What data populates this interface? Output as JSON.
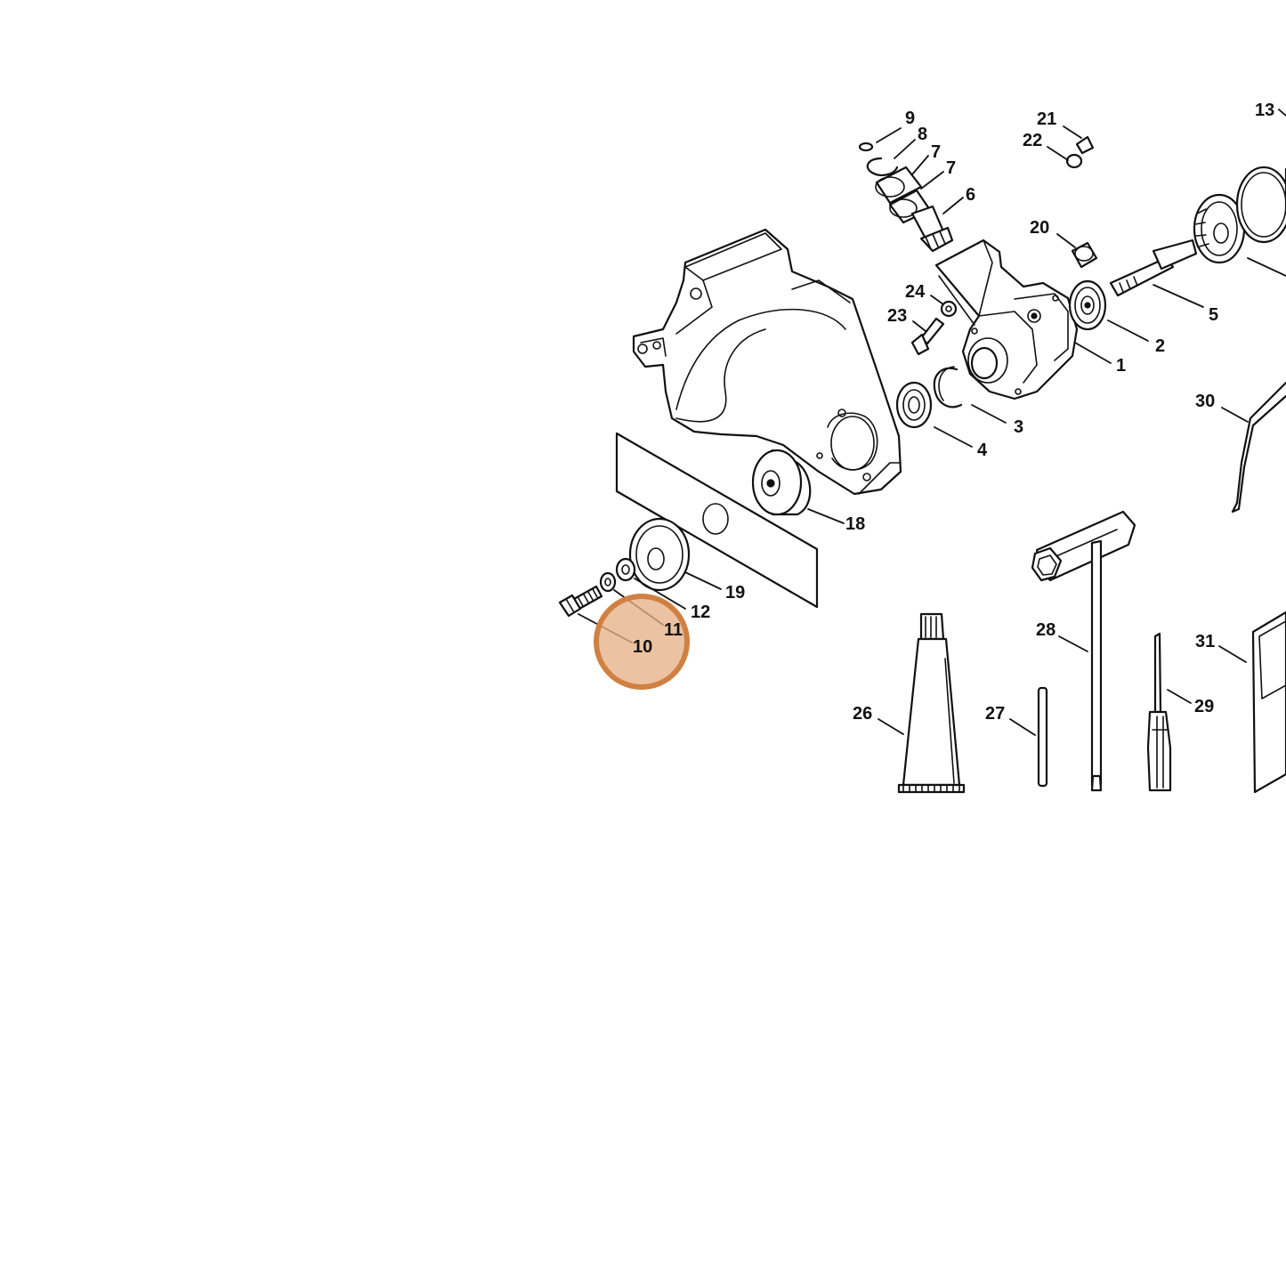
{
  "highlight": {
    "part": "10",
    "color": "#d08040"
  },
  "labels": [
    "9",
    "8",
    "7",
    "7",
    "6",
    "21",
    "22",
    "13",
    "20",
    "24",
    "23",
    "5",
    "2",
    "1",
    "3",
    "4",
    "30",
    "18",
    "19",
    "12",
    "11",
    "10",
    "28",
    "31",
    "26",
    "27",
    "29"
  ]
}
